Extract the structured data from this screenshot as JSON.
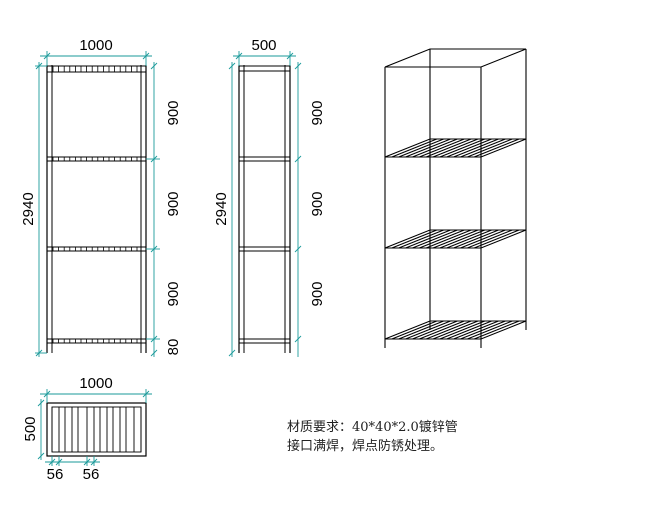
{
  "front_view": {
    "width_dim": "1000",
    "height_dim": "2940",
    "tier_dims": [
      "900",
      "900",
      "900",
      "80"
    ]
  },
  "side_view": {
    "width_dim": "500",
    "height_dim": "2940",
    "tier_dims": [
      "900",
      "900",
      "900"
    ]
  },
  "top_view": {
    "width_dim": "1000",
    "depth_dim": "500",
    "slat_dims": [
      "56",
      "56"
    ]
  },
  "notes": {
    "line1": "材质要求：40*40*2.0镀锌管",
    "line2": "接口满焊，焊点防锈处理。"
  },
  "colors": {
    "line": "#000000",
    "dimension": "#1a9a9a",
    "background": "#ffffff"
  }
}
